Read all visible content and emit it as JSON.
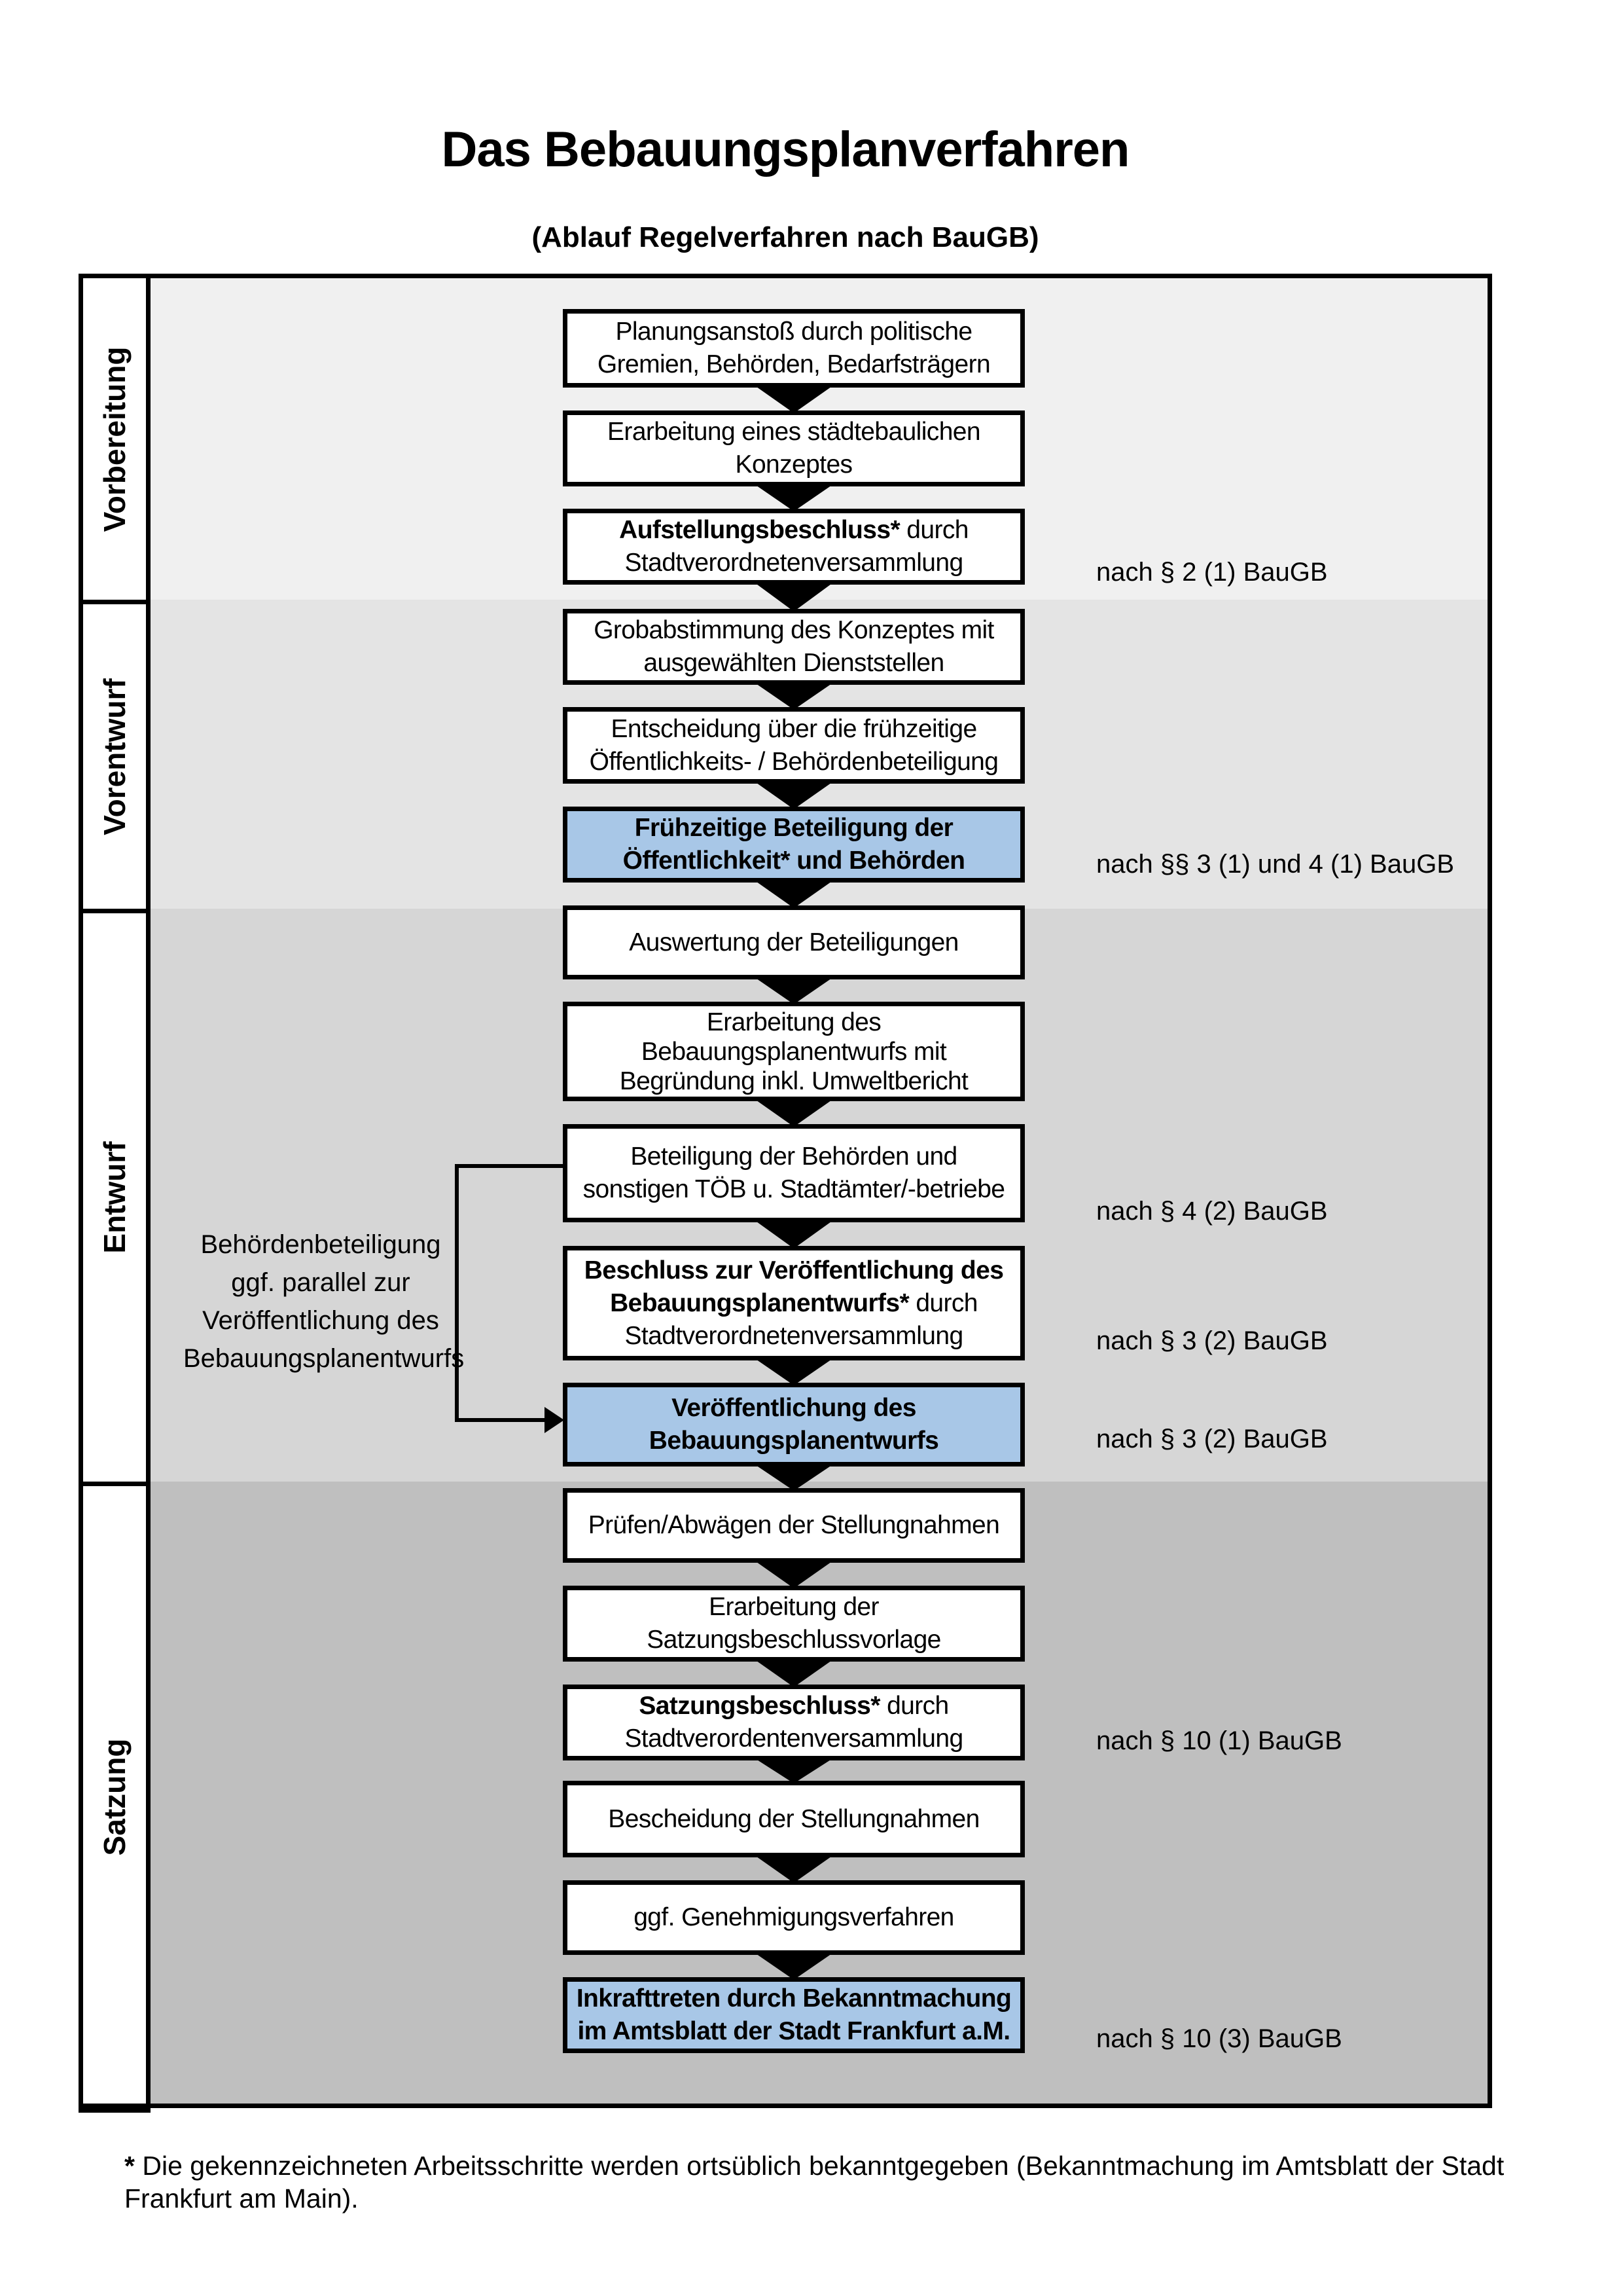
{
  "page": {
    "title": "Das Bebauungsplanverfahren",
    "subtitle": "(Ablauf Regelverfahren nach BauGB)"
  },
  "colors": {
    "highlight_box": "#a8c7e7",
    "box_border": "#000000",
    "phase_backgrounds": [
      "#f0f0f0",
      "#e4e4e4",
      "#d6d6d6",
      "#bfbfbf"
    ]
  },
  "phases": [
    {
      "label": "Vorbereitung",
      "steps": [
        1,
        2,
        3
      ]
    },
    {
      "label": "Vorentwurf",
      "steps": [
        4,
        5,
        6
      ]
    },
    {
      "label": "Entwurf",
      "steps": [
        7,
        8,
        9,
        10,
        11
      ]
    },
    {
      "label": "Satzung",
      "steps": [
        12,
        13,
        14,
        15,
        16,
        17
      ]
    }
  ],
  "steps": [
    {
      "id": 1,
      "highlight": false,
      "lines": [
        {
          "b": "",
          "t": "Planungsanstoß durch politische"
        },
        {
          "b": "",
          "t": "Gremien, Behörden, Bedarfsträgern"
        }
      ]
    },
    {
      "id": 2,
      "highlight": false,
      "lines": [
        {
          "b": "",
          "t": "Erarbeitung eines städtebaulichen"
        },
        {
          "b": "",
          "t": "Konzeptes"
        }
      ]
    },
    {
      "id": 3,
      "highlight": false,
      "lines": [
        {
          "b": "Aufstellungsbeschluss*",
          "t": " durch"
        },
        {
          "b": "",
          "t": "Stadtverordnetenversammlung"
        }
      ]
    },
    {
      "id": 4,
      "highlight": false,
      "lines": [
        {
          "b": "",
          "t": "Grobabstimmung des Konzeptes mit"
        },
        {
          "b": "",
          "t": "ausgewählten Dienststellen"
        }
      ]
    },
    {
      "id": 5,
      "highlight": false,
      "lines": [
        {
          "b": "",
          "t": "Entscheidung über die frühzeitige"
        },
        {
          "b": "",
          "t": "Öffentlichkeits- / Behördenbeteiligung"
        }
      ]
    },
    {
      "id": 6,
      "highlight": true,
      "lines": [
        {
          "b": "Frühzeitige Beteiligung der",
          "t": ""
        },
        {
          "b": "Öffentlichkeit* und Behörden",
          "t": ""
        }
      ]
    },
    {
      "id": 7,
      "highlight": false,
      "lines": [
        {
          "b": "",
          "t": "Auswertung der Beteiligungen"
        }
      ]
    },
    {
      "id": 8,
      "highlight": false,
      "lines": [
        {
          "b": "",
          "t": "Erarbeitung des"
        },
        {
          "b": "",
          "t": "Bebauungsplanentwurfs mit"
        },
        {
          "b": "",
          "t": "Begründung inkl. Umweltbericht"
        }
      ]
    },
    {
      "id": 9,
      "highlight": false,
      "lines": [
        {
          "b": "",
          "t": "Beteiligung der Behörden und"
        },
        {
          "b": "",
          "t": "sonstigen TÖB u. Stadtämter/-betriebe"
        }
      ]
    },
    {
      "id": 10,
      "highlight": false,
      "lines": [
        {
          "b": "Beschluss zur Veröffentlichung des",
          "t": ""
        },
        {
          "b": "Bebauungsplanentwurfs*",
          "t": " durch"
        },
        {
          "b": "",
          "t": "Stadtverordnetenversammlung"
        }
      ]
    },
    {
      "id": 11,
      "highlight": true,
      "lines": [
        {
          "b": "Veröffentlichung des",
          "t": ""
        },
        {
          "b": "Bebauungsplanentwurfs",
          "t": ""
        }
      ]
    },
    {
      "id": 12,
      "highlight": false,
      "lines": [
        {
          "b": "",
          "t": "Prüfen/Abwägen der Stellungnahmen"
        }
      ]
    },
    {
      "id": 13,
      "highlight": false,
      "lines": [
        {
          "b": "",
          "t": "Erarbeitung der"
        },
        {
          "b": "",
          "t": "Satzungsbeschlussvorlage"
        }
      ]
    },
    {
      "id": 14,
      "highlight": false,
      "lines": [
        {
          "b": "Satzungsbeschluss*",
          "t": " durch"
        },
        {
          "b": "",
          "t": "Stadtverordentenversammlung"
        }
      ]
    },
    {
      "id": 15,
      "highlight": false,
      "lines": [
        {
          "b": "",
          "t": "Bescheidung der Stellungnahmen"
        }
      ]
    },
    {
      "id": 16,
      "highlight": false,
      "lines": [
        {
          "b": "",
          "t": "ggf. Genehmigungsverfahren"
        }
      ]
    },
    {
      "id": 17,
      "highlight": true,
      "lines": [
        {
          "b": "Inkrafttreten",
          "t": " durch Bekanntmachung"
        },
        {
          "b": "",
          "t": "im Amtsblatt der Stadt Frankfurt a.M."
        }
      ]
    }
  ],
  "references": [
    {
      "step": 3,
      "label": "nach § 2 (1) BauGB"
    },
    {
      "step": 6,
      "label": "nach §§ 3 (1) und 4 (1) BauGB"
    },
    {
      "step": 9,
      "label": "nach § 4 (2) BauGB"
    },
    {
      "step": 10,
      "label": "nach § 3 (2) BauGB"
    },
    {
      "step": 11,
      "label": "nach § 3 (2) BauGB"
    },
    {
      "step": 14,
      "label": "nach § 10 (1) BauGB"
    },
    {
      "step": 17,
      "label": "nach § 10 (3) BauGB"
    }
  ],
  "side_note": {
    "lines": [
      "Behördenbeteiligung",
      "ggf. parallel zur",
      "Veröffentlichung des",
      "Bebauungsplanentwurfs"
    ],
    "connects": {
      "from_step": 9,
      "to_step": 11
    }
  },
  "footnote": {
    "marker": "*",
    "text": " Die gekennzeichneten Arbeitsschritte werden ortsüblich bekanntgegeben (Bekanntmachung im Amtsblatt  der Stadt Frankfurt am Main)."
  }
}
